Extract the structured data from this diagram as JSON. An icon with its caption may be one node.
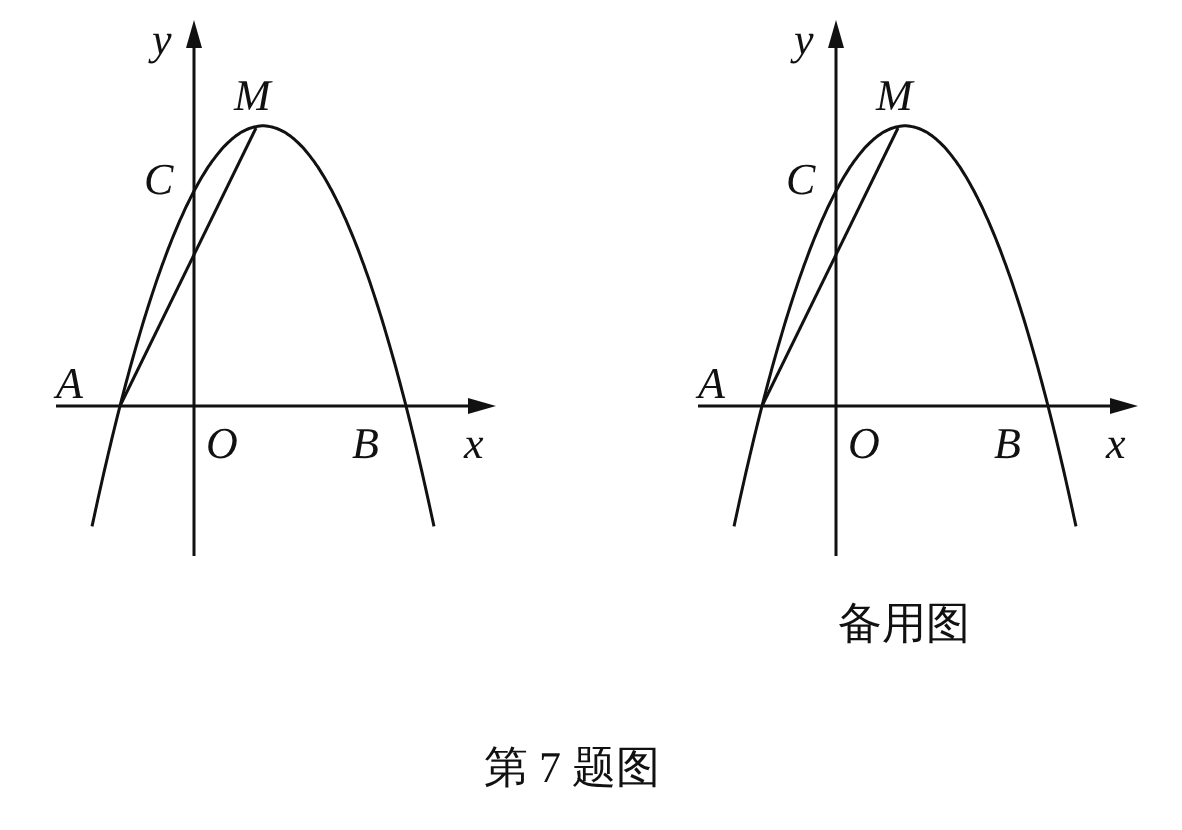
{
  "diagram": {
    "caption": "第 7 题图",
    "labels": [
      "y",
      "M",
      "C",
      "A",
      "O",
      "B",
      "x",
      "y",
      "M",
      "C",
      "A",
      "O",
      "B",
      "x",
      "备用图"
    ]
  }
}
